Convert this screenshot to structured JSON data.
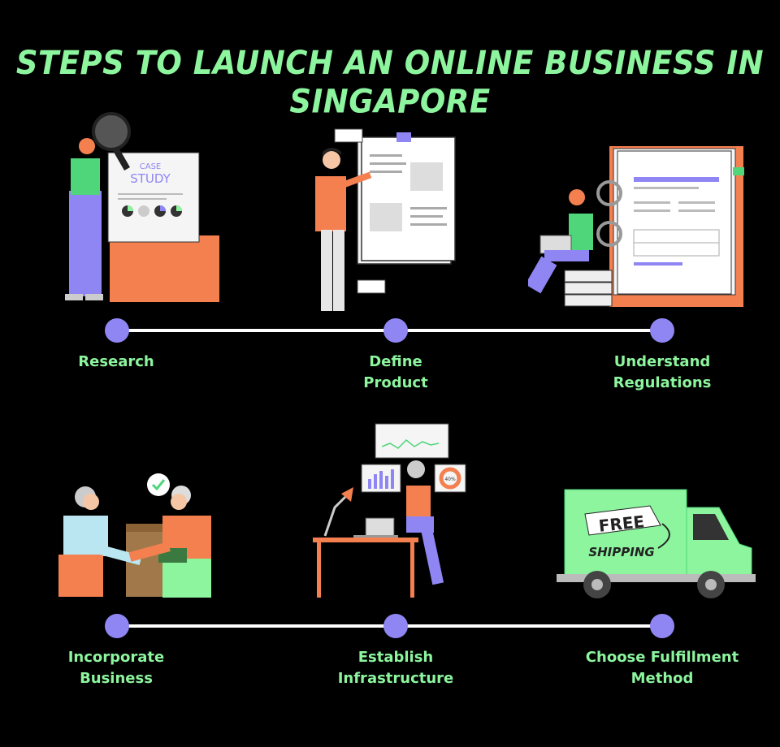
{
  "title": {
    "line1": "STEPS TO LAUNCH AN ONLINE BUSINESS IN",
    "line2": "SINGAPORE"
  },
  "colors": {
    "background": "#000000",
    "accent_green": "#8cf59e",
    "dot_purple": "#8f86f4",
    "line_white": "#ffffff",
    "orange": "#f47f4f"
  },
  "steps": [
    {
      "line1": "Research",
      "line2": ""
    },
    {
      "line1": "Define",
      "line2": "Product"
    },
    {
      "line1": "Understand",
      "line2": "Regulations"
    },
    {
      "line1": "Incorporate",
      "line2": "Business"
    },
    {
      "line1": "Establish",
      "line2": "Infrastructure"
    },
    {
      "line1": "Choose Fulfillment",
      "line2": "Method"
    }
  ],
  "illustrations": {
    "case_study": {
      "line1": "CASE",
      "line2": "STUDY"
    },
    "truck": {
      "line1": "FREE",
      "line2": "SHIPPING"
    },
    "gauge": "40%"
  }
}
